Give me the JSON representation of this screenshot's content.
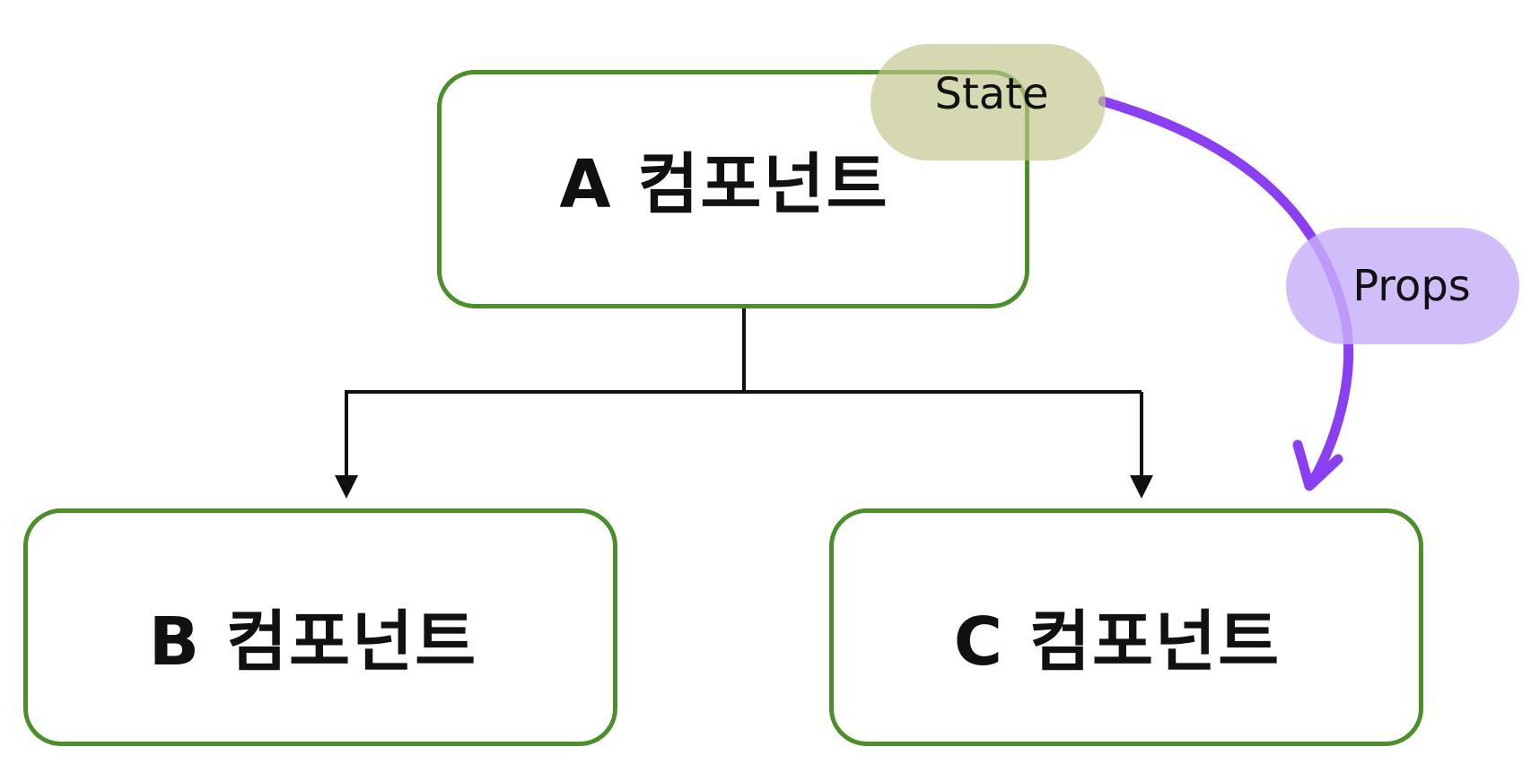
{
  "diagram": {
    "nodes": {
      "a": {
        "label": "A 컴포넌트"
      },
      "b": {
        "label": "B 컴포넌트"
      },
      "c": {
        "label": "C 컴포넌트"
      }
    },
    "pills": {
      "state": {
        "label": "State"
      },
      "props": {
        "label": "Props"
      }
    }
  },
  "colors": {
    "node_border": "#4a8f2a",
    "state_fill": "#c1c58c",
    "props_fill": "#c8aefa",
    "props_arrow": "#8a3ff2",
    "tree_line": "#111111"
  }
}
